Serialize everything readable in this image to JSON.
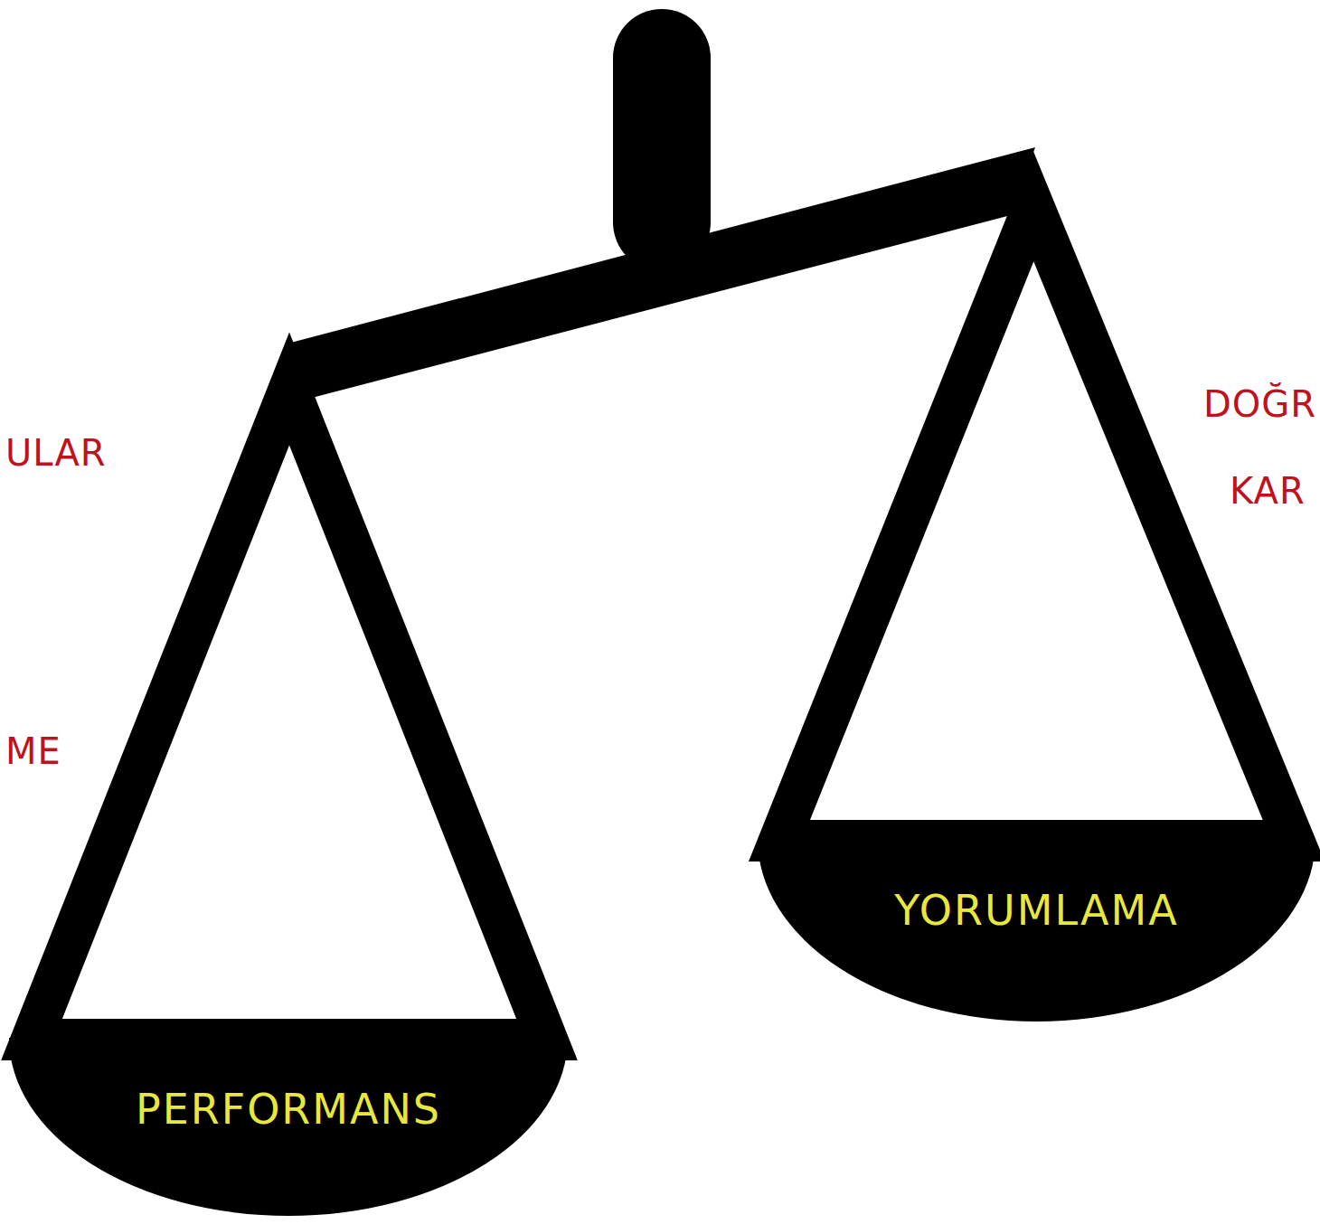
{
  "diagram": {
    "nodes": [
      {
        "text": [
          "PERFORMANS"
        ]
      },
      {
        "text": [
          "YORUMLAMA"
        ]
      }
    ],
    "labels": [
      "ULAR",
      "ME",
      "DOĞR",
      "KAR"
    ]
  }
}
